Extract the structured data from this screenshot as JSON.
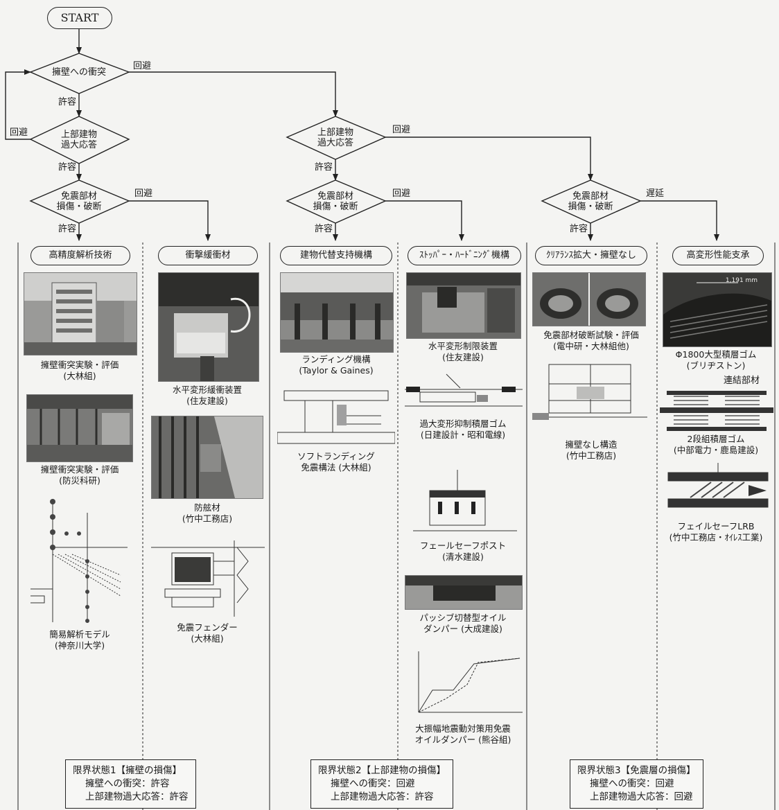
{
  "start": "START",
  "decisions": {
    "d1": [
      "擁壁への衝突"
    ],
    "d2": [
      "上部建物",
      "過大応答"
    ],
    "d3": [
      "免震部材",
      "損傷・破断"
    ],
    "d4": [
      "上部建物",
      "過大応答"
    ],
    "d5": [
      "免震部材",
      "損傷・破断"
    ],
    "d6": [
      "免震部材",
      "損傷・破断"
    ]
  },
  "edge_labels": {
    "d1_right": "回避",
    "d1_down": "許容",
    "d2_left": "回避",
    "d2_down": "許容",
    "d3_right": "回避",
    "d3_down": "許容",
    "d4_right": "回避",
    "d4_down": "許容",
    "d5_right": "回避",
    "d5_down": "許容",
    "d6_right": "遅延",
    "d6_down": "許容"
  },
  "columns": [
    {
      "header": "高精度解析技術",
      "items": [
        {
          "lines": [
            "擁壁衝突実験・評価",
            "(大林組)"
          ]
        },
        {
          "lines": [
            "擁壁衝突実験・評価",
            "(防災科研)"
          ]
        },
        {
          "lines": [
            "簡易解析モデル",
            "(神奈川大学)"
          ]
        }
      ]
    },
    {
      "header": "衝撃緩衝材",
      "items": [
        {
          "lines": [
            "水平変形緩衝装置",
            "(住友建設)"
          ]
        },
        {
          "lines": [
            "防舷材",
            "(竹中工務店)"
          ]
        },
        {
          "lines": [
            "免震フェンダー",
            "(大林組)"
          ]
        }
      ]
    },
    {
      "header": "建物代替支持機構",
      "items": [
        {
          "lines": [
            "ランディング機構",
            "(Taylor & Gaines)"
          ]
        },
        {
          "lines": [
            "ソフトランディング",
            "免震構法 (大林組)"
          ]
        }
      ]
    },
    {
      "header": "ｽﾄｯﾊﾟｰ・ﾊｰﾄﾞﾆﾝｸﾞ機構",
      "items": [
        {
          "lines": [
            "水平変形制限装置",
            "(住友建設)"
          ]
        },
        {
          "lines": [
            "過大変形抑制積層ゴム",
            "(日建設計・昭和電線)"
          ]
        },
        {
          "lines": [
            "フェールセーフポスト",
            "(清水建設)"
          ]
        },
        {
          "lines": [
            "パッシブ切替型オイル",
            "ダンパー (大成建設)"
          ]
        },
        {
          "lines": [
            "大振幅地震動対策用免震",
            "オイルダンパー (熊谷組)"
          ]
        }
      ]
    },
    {
      "header": "ｸﾘｱﾗﾝｽ拡大・擁壁なし",
      "items": [
        {
          "lines": [
            "免震部材破断試験・評価",
            "(電中研・大林組他)"
          ]
        },
        {
          "lines": [
            "擁壁なし構造",
            "(竹中工務店)"
          ]
        }
      ]
    },
    {
      "header": "高変形性能支承",
      "items": [
        {
          "lines": [
            "Φ1800大型積層ゴム",
            "(ブリヂストン)"
          ]
        },
        {
          "lines": [
            "2段組積層ゴム",
            "(中部電力・鹿島建設)"
          ]
        },
        {
          "lines": [
            "フェイルセーフLRB",
            "(竹中工務店・ｵｲﾚｽ工業)"
          ]
        }
      ]
    }
  ],
  "figure_text": {
    "dim": "1,191 mm",
    "connector": "連結部材"
  },
  "limit_states": [
    {
      "title": "限界状態1【擁壁の損傷】",
      "line2": "擁壁への衝突：許容",
      "line3": "上部建物過大応答：許容"
    },
    {
      "title": "限界状態2【上部建物の損傷】",
      "line2": "擁壁への衝突：回避",
      "line3": "上部建物過大応答：許容"
    },
    {
      "title": "限界状態3【免震層の損傷】",
      "line2": "擁壁への衝突：回避",
      "line3": "上部建物過大応答：回避"
    }
  ]
}
